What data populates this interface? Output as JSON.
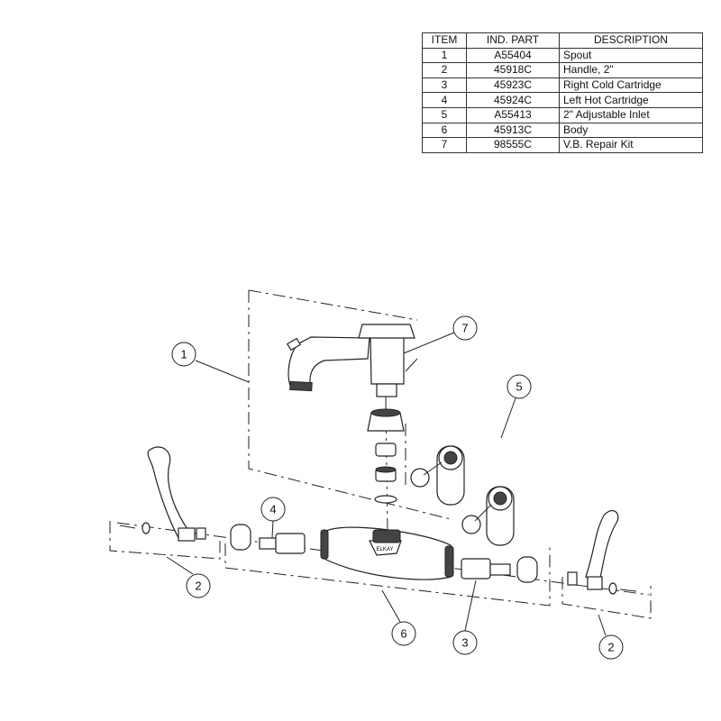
{
  "table": {
    "headers": [
      "ITEM",
      "IND. PART",
      "DESCRIPTION"
    ],
    "rows": [
      {
        "item": "1",
        "part": "A55404",
        "description": "Spout"
      },
      {
        "item": "2",
        "part": "45918C",
        "description": "Handle, 2\""
      },
      {
        "item": "3",
        "part": "45923C",
        "description": "Right Cold Cartridge"
      },
      {
        "item": "4",
        "part": "45924C",
        "description": "Left Hot Cartridge"
      },
      {
        "item": "5",
        "part": "A55413",
        "description": "2\" Adjustable Inlet"
      },
      {
        "item": "6",
        "part": "45913C",
        "description": "Body"
      },
      {
        "item": "7",
        "part": "98555C",
        "description": "V.B. Repair Kit"
      }
    ]
  },
  "diagram": {
    "body_logo": "ELKAY",
    "callouts": {
      "spout": "1",
      "repair_kit": "7",
      "inlet": "5",
      "hot_cartridge": "4",
      "handle_left": "2",
      "body": "6",
      "cold_cartridge": "3",
      "handle_right": "2"
    }
  }
}
